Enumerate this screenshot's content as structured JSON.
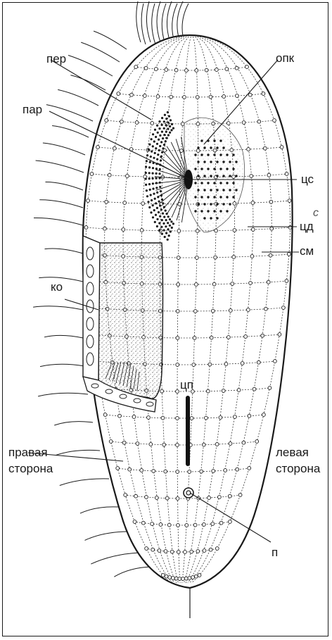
{
  "labels": {
    "per": "пер",
    "opk": "опк",
    "par": "пар",
    "ts_s": "цс",
    "c_mark": "с",
    "ts_d": "цд",
    "sm": "см",
    "ko": "ко",
    "ts_p": "цп",
    "right_side_1": "правая",
    "right_side_2": "сторона",
    "left_side_1": "левая",
    "left_side_2": "сторона",
    "p": "п"
  },
  "colors": {
    "ink": "#1a1a1a",
    "stipple": "#8a8a8a",
    "paper": "#ffffff"
  }
}
